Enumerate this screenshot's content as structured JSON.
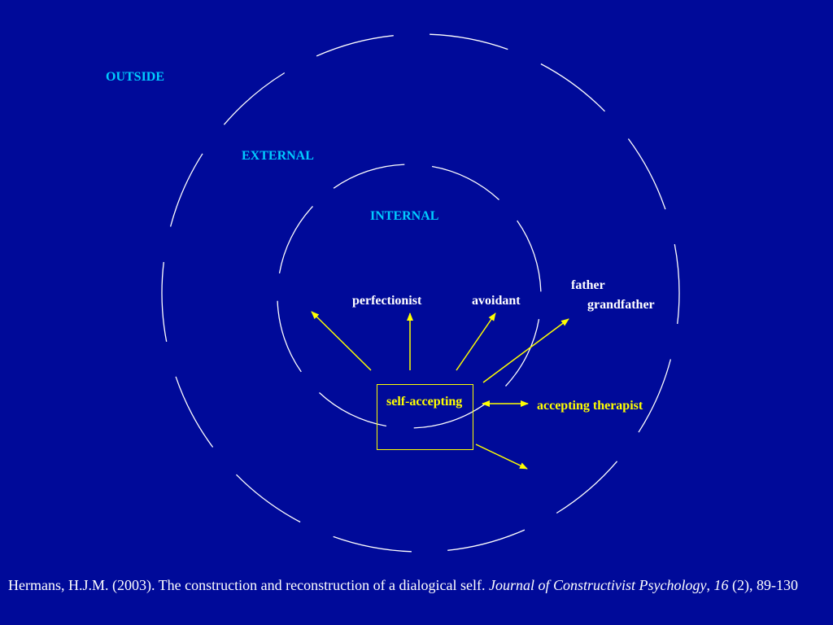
{
  "regions": {
    "outside": "OUTSIDE",
    "external": "EXTERNAL",
    "internal": "INTERNAL"
  },
  "positions": {
    "perfectionist": "perfectionist",
    "avoidant": "avoidant",
    "father": "father",
    "grandfather": "grandfather",
    "self_accepting": "self-accepting",
    "accepting_therapist": "accepting therapist"
  },
  "citation": {
    "authors": "Hermans, H.J.M. (2003). The construction and reconstruction of a dialogical self. ",
    "journal": "Journal of Constructivist Psychology",
    "sep": ", ",
    "volume": "16",
    "rest": " (2), 89-130"
  },
  "colors": {
    "background": "#000a99",
    "region_label": "#00ccff",
    "position_label": "#ffffff",
    "accent": "#ffff00",
    "circle_stroke": "#ffffff"
  }
}
